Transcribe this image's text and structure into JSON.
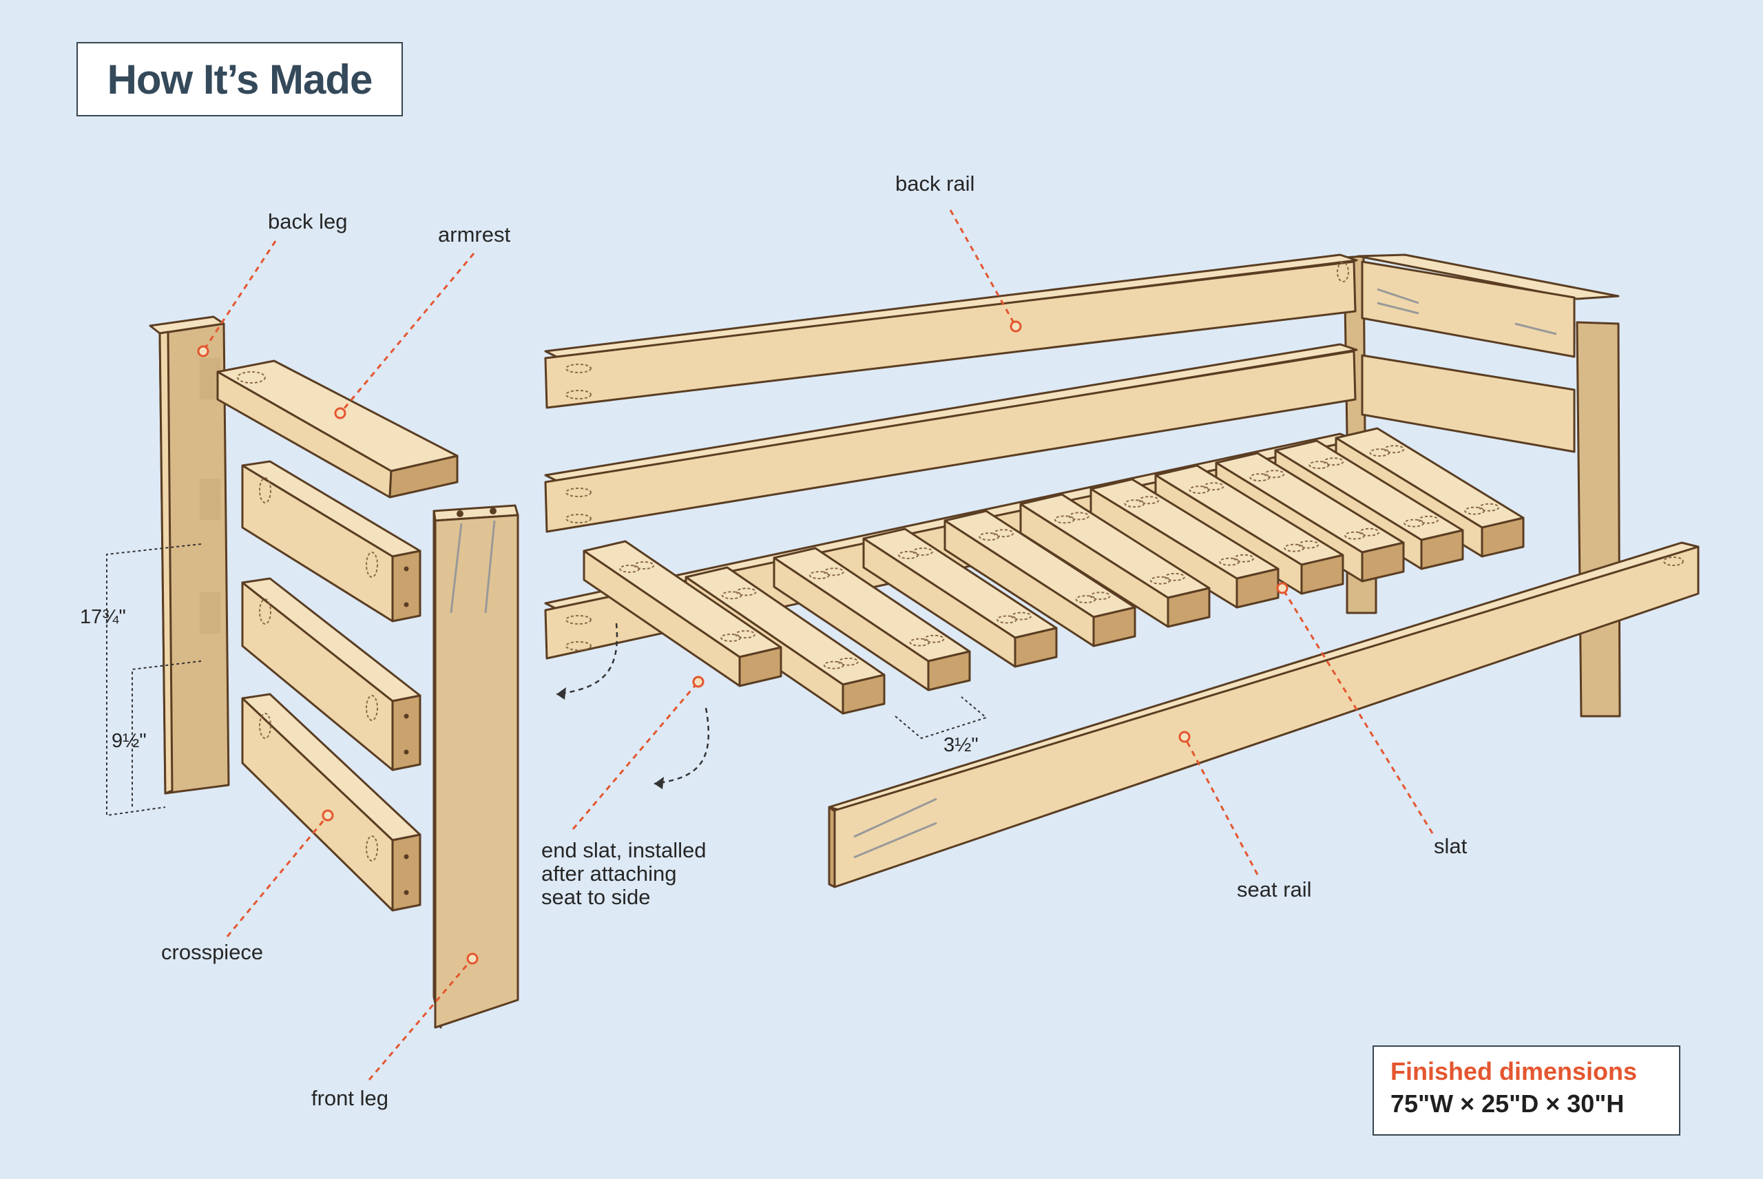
{
  "title": "How It’s Made",
  "callouts": {
    "back_leg": "back leg",
    "armrest": "armrest",
    "back_rail": "back rail",
    "crosspiece": "crosspiece",
    "front_leg": "front leg",
    "end_slat": "end slat, installed after attaching seat to side",
    "seat_rail": "seat rail",
    "slat": "slat"
  },
  "dimensions": {
    "crosspiece_spacing_upper": "17¾\"",
    "crosspiece_spacing_lower": "9½\"",
    "slat_width": "3½\""
  },
  "finished": {
    "label": "Finished dimensions",
    "value": "75\"W × 25\"D × 30\"H"
  },
  "colors": {
    "background": "#dde9f5",
    "wood": "#f1dcb4",
    "wood_dark": "#dcc092",
    "outline": "#5a3d22",
    "callout": "#e4562f",
    "title": "#34495a"
  }
}
